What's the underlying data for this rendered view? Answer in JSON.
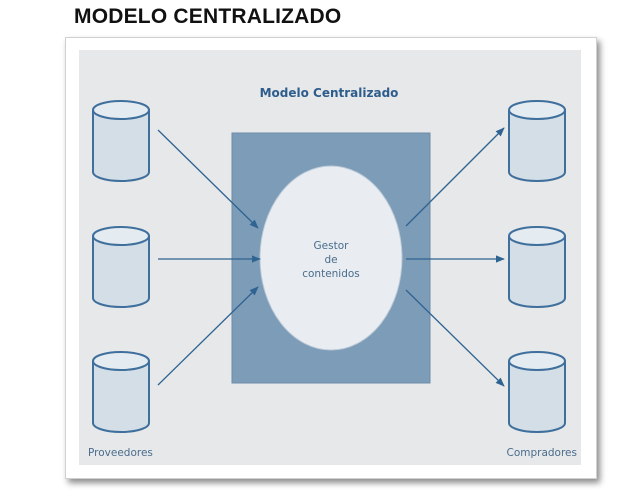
{
  "page_title": "MODELO CENTRALIZADO",
  "diagram": {
    "title": "Modelo Centralizado",
    "center_label": [
      "Gestor",
      "de",
      "contenidos"
    ],
    "left_group_label": "Proveedores",
    "right_group_label": "Compradores"
  },
  "colors": {
    "panel_bg": "#e6e8ea",
    "center_box": "#7d9cb8",
    "ellipse": "#e9edf1",
    "cylinder_fill": "#d4dee7",
    "cylinder_stroke": "#3f6f9c",
    "arrow": "#2f6391",
    "label_text": "#4a6c8c",
    "title_text": "#2e5d8c"
  }
}
